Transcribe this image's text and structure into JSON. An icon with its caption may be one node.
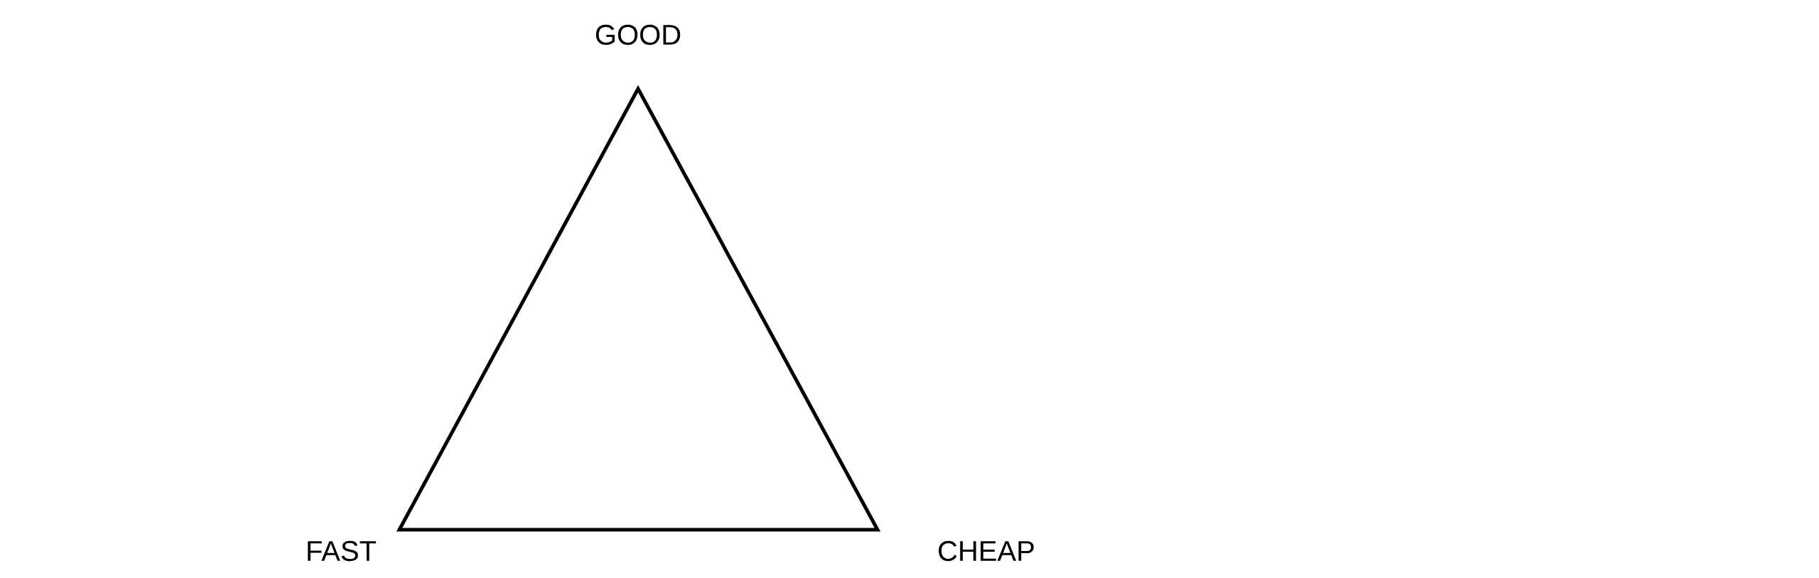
{
  "diagram": {
    "nodes": [
      {
        "text": [],
        "shape": "triangle"
      }
    ],
    "labels": [
      "GOOD",
      "FAST",
      "CHEAP"
    ]
  }
}
